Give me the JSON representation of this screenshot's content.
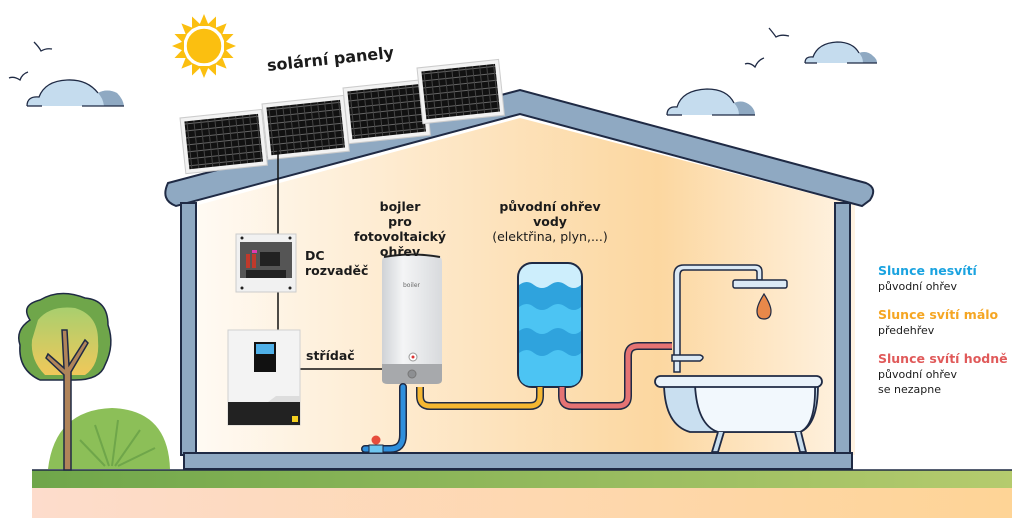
{
  "labels": {
    "solar_panels": "solární panely",
    "dc_box_line1": "DC",
    "dc_box_line2": "rozvaděč",
    "inverter": "střídač",
    "boiler_line1": "bojler",
    "boiler_line2": "pro fotovoltaický",
    "boiler_line3": "ohřev",
    "original_line1": "původní ohřev",
    "original_line2": "vody",
    "original_line3": "(elektřina, plyn,...)",
    "boiler_brand": "boiler"
  },
  "legend": [
    {
      "title": "Slunce nesvítí",
      "color": "#1aa3e0",
      "desc": [
        "původní ohřev"
      ]
    },
    {
      "title": "Slunce svítí málo",
      "color": "#f5a623",
      "desc": [
        "předehřev"
      ]
    },
    {
      "title": "Slunce svítí hodně",
      "color": "#e05a5a",
      "desc": [
        "původní ohřev",
        "se nezapne"
      ]
    }
  ],
  "colors": {
    "house_frame": "#8fa9c2",
    "outline": "#1f2a44",
    "sun": "#fbbf10",
    "cloud": "#c5dcee",
    "cloud_shade": "#8fa9c2",
    "grass": "#7fad50",
    "soil": "#fdd9c2",
    "cold_pipe": "#2f8fdc",
    "warm_pipe": "#f5b731",
    "hot_pipe": "#e57373",
    "water": "#44c3f2",
    "drop": "#e8884a"
  }
}
